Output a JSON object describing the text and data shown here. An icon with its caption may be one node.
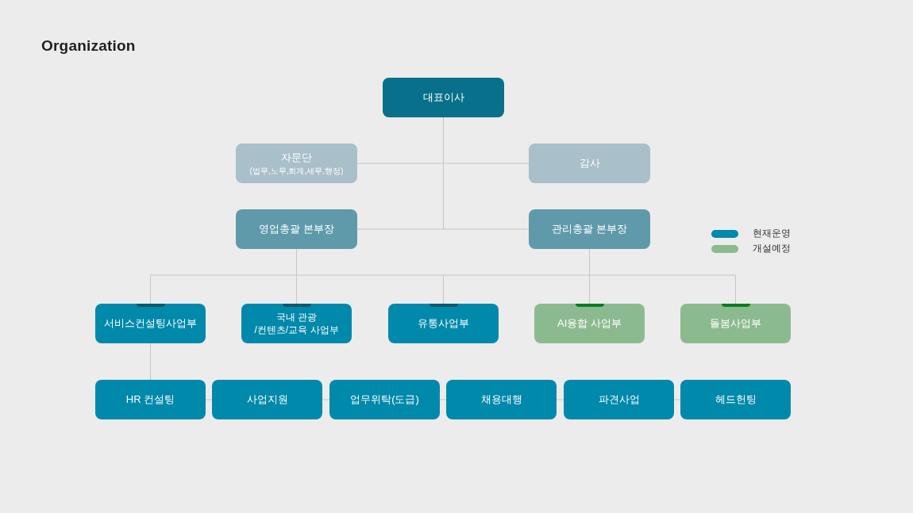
{
  "diagram": {
    "title": "Organization",
    "nodes": [
      {
        "text": [
          "대표이사"
        ]
      },
      {
        "text": [
          "자문단",
          "(법무,노무,회계,세무,행정)"
        ]
      },
      {
        "text": [
          "감사"
        ]
      },
      {
        "text": [
          "영업총괄 본부장"
        ]
      },
      {
        "text": [
          "관리총괄 본부장"
        ]
      },
      {
        "text": [
          "서비스컨설팅사업부"
        ]
      },
      {
        "text": [
          "국내 관광 /컨텐츠/교육 사업부"
        ]
      },
      {
        "text": [
          "유통사업부"
        ]
      },
      {
        "text": [
          "AI융합 사업부"
        ]
      },
      {
        "text": [
          "돌봄사업부"
        ]
      },
      {
        "text": [
          "HR 컨설팅"
        ]
      },
      {
        "text": [
          "사업지원"
        ]
      },
      {
        "text": [
          "업무위탁(도급)"
        ]
      },
      {
        "text": [
          "채용대행"
        ]
      },
      {
        "text": [
          "파견사업"
        ]
      },
      {
        "text": [
          "헤드헌팅"
        ]
      }
    ],
    "edges": [
      {
        "from": 0,
        "to": 1,
        "arrow": "none"
      },
      {
        "from": 0,
        "to": 2,
        "arrow": "none"
      },
      {
        "from": 0,
        "to": 3,
        "arrow": "none"
      },
      {
        "from": 0,
        "to": 4,
        "arrow": "none"
      },
      {
        "from": 3,
        "to": 5,
        "arrow": "none"
      },
      {
        "from": 3,
        "to": 6,
        "arrow": "none"
      },
      {
        "from": 3,
        "to": 7,
        "arrow": "none"
      },
      {
        "from": 3,
        "to": 8,
        "arrow": "none"
      },
      {
        "from": 3,
        "to": 9,
        "arrow": "none"
      },
      {
        "from": 4,
        "to": 5,
        "arrow": "none"
      },
      {
        "from": 4,
        "to": 6,
        "arrow": "none"
      },
      {
        "from": 4,
        "to": 7,
        "arrow": "none"
      },
      {
        "from": 4,
        "to": 8,
        "arrow": "none"
      },
      {
        "from": 4,
        "to": 9,
        "arrow": "none"
      },
      {
        "from": 5,
        "to": 10,
        "arrow": "none"
      },
      {
        "from": 10,
        "to": 11,
        "arrow": "none"
      },
      {
        "from": 11,
        "to": 12,
        "arrow": "none"
      },
      {
        "from": 12,
        "to": 13,
        "arrow": "none"
      },
      {
        "from": 13,
        "to": 14,
        "arrow": "none"
      },
      {
        "from": 14,
        "to": 15,
        "arrow": "none"
      }
    ],
    "legend": [
      {
        "text": "현재운영",
        "color": "#0089ab"
      },
      {
        "text": "개설예정",
        "color": "#8cba8f"
      }
    ]
  }
}
